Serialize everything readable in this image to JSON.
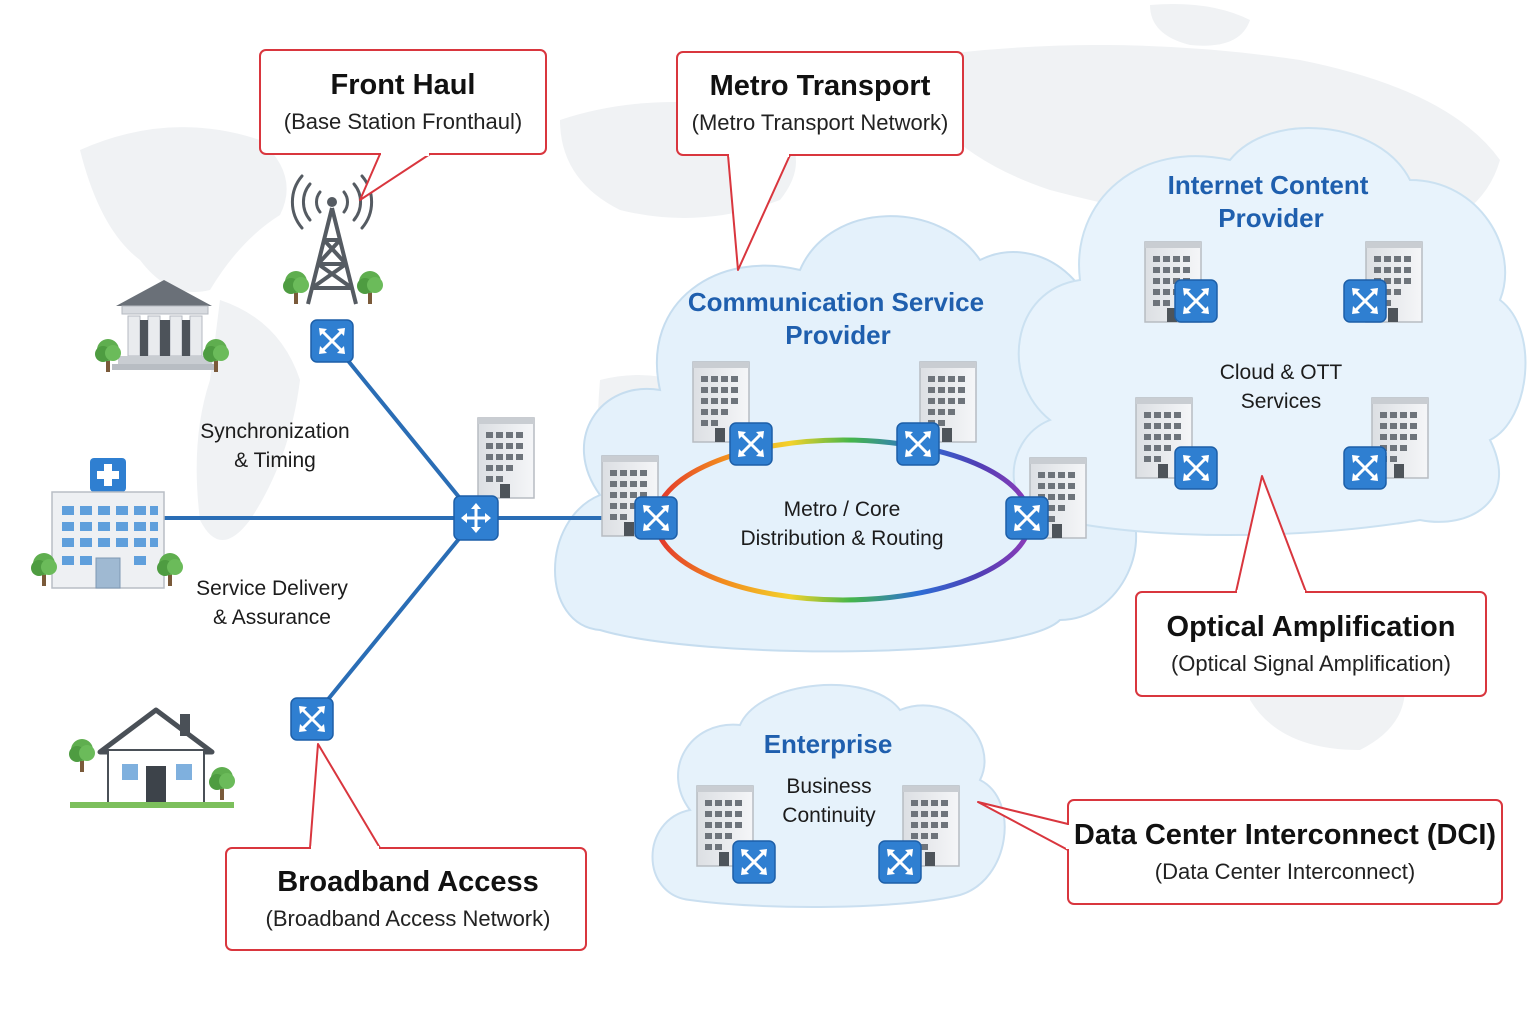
{
  "callouts": {
    "front_haul": {
      "title": "Front Haul",
      "subtitle": "(Base Station Fronthaul)"
    },
    "metro_transport": {
      "title": "Metro Transport",
      "subtitle": "(Metro Transport Network)"
    },
    "optical_amplification": {
      "title": "Optical Amplification",
      "subtitle": "(Optical Signal Amplification)"
    },
    "broadband_access": {
      "title": "Broadband Access",
      "subtitle": "(Broadband Access Network)"
    },
    "dci": {
      "title": "Data Center Interconnect (DCI)",
      "subtitle": "(Data Center Interconnect)"
    }
  },
  "clouds": {
    "csp": {
      "title_line1": "Communication Service",
      "title_line2": "Provider",
      "inner_line1": "Metro / Core",
      "inner_line2": "Distribution & Routing"
    },
    "icp": {
      "title_line1": "Internet Content",
      "title_line2": "Provider",
      "inner_line1": "Cloud & OTT",
      "inner_line2": "Services"
    },
    "enterprise": {
      "title": "Enterprise",
      "inner_line1": "Business",
      "inner_line2": "Continuity"
    }
  },
  "labels": {
    "sync_line1": "Synchronization",
    "sync_line2": "& Timing",
    "service_line1": "Service Delivery",
    "service_line2": "& Assurance"
  },
  "colors": {
    "callout_border": "#d9363e",
    "link_blue": "#2a6db5",
    "node_blue": "#2f7fd1",
    "cloud_fill": "#e4f1fb",
    "cloud_title": "#1f5fae"
  },
  "icons": {
    "node": "optical-switch-icon",
    "building": "data-center-building-icon",
    "tower": "cell-tower-icon",
    "bank": "government-building-icon",
    "hospital": "hospital-icon",
    "house": "house-icon"
  }
}
